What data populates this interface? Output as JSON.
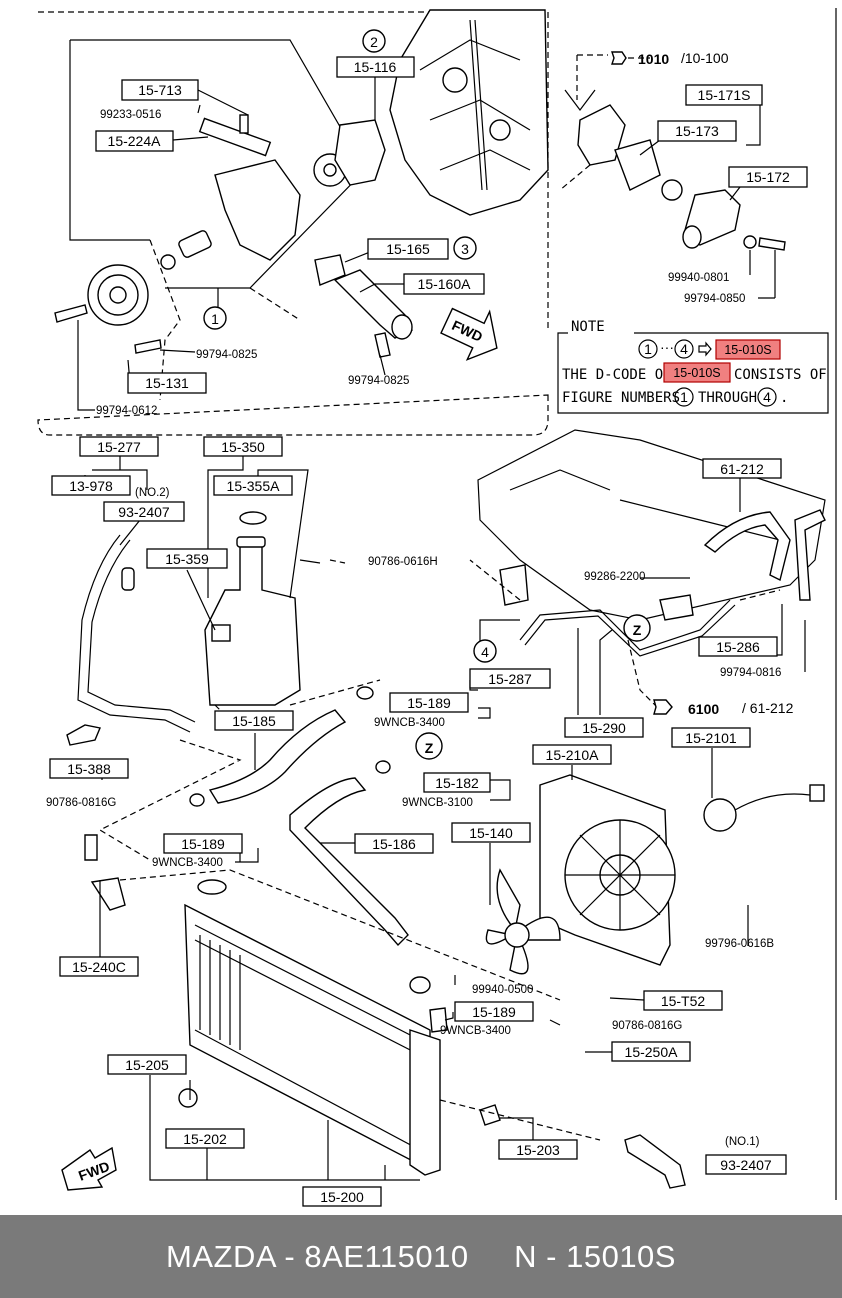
{
  "labels": {
    "l15713": "15-713",
    "l99233": "99233-0516",
    "l15224a": "15-224A",
    "l15116": "15-116",
    "l15165": "15-165",
    "l15160a": "15-160A",
    "l15131": "15-131",
    "l99794_0825a": "99794-0825",
    "l99794_0825b": "99794-0825",
    "l99794_0612": "99794-0612",
    "l1010": "1010",
    "l1010sub": "/10-100",
    "l15171s": "15-171S",
    "l15173": "15-173",
    "l15172": "15-172",
    "l99940_0801": "99940-0801",
    "l99794_0850": "99794-0850",
    "l15277": "15-277",
    "l13978": "13-978",
    "lno2": "(NO.2)",
    "l932407a": "93-2407",
    "l15350": "15-350",
    "l15355a": "15-355A",
    "l15359": "15-359",
    "l90786_0616h": "90786-0616H",
    "l61212": "61-212",
    "l99286": "99286-2200",
    "l15286": "15-286",
    "l99794_0816": "99794-0816",
    "l15287": "15-287",
    "l15189a": "15-189",
    "l9wncb3400a": "9WNCB-3400",
    "l6100": "6100",
    "l6100sub": "/ 61-212",
    "l15290": "15-290",
    "l15185": "15-185",
    "l15388": "15-388",
    "l15182": "15-182",
    "l9wncb3100": "9WNCB-3100",
    "l15210a": "15-210A",
    "l152101": "15-2101",
    "l90786_0816ga": "90786-0816G",
    "l15189b": "15-189",
    "l9wncb3400b": "9WNCB-3400",
    "l15186": "15-186",
    "l15140": "15-140",
    "l99796": "99796-0616B",
    "l15240c": "15-240C",
    "l99940_0500": "99940-0500",
    "l15t52": "15-T52",
    "l15189c": "15-189",
    "l9wncb3400c": "9WNCB-3400",
    "l90786_0816gb": "90786-0816G",
    "l15250a": "15-250A",
    "l15205": "15-205",
    "l15202": "15-202",
    "l15203": "15-203",
    "lno1": "(NO.1)",
    "l932407b": "93-2407",
    "l15200": "15-200",
    "fwd1": "FWD",
    "fwd2": "FWD",
    "c1": "1",
    "c2": "2",
    "c3": "3",
    "c4": "4",
    "cz1": "Z",
    "cz2": "Z"
  },
  "note": {
    "title": "NOTE",
    "range_from": "1",
    "range_dots": "···",
    "range_to": "4",
    "code": "15-010S",
    "line2_pre": "THE D-CODE OF",
    "line2_code": "15-010S",
    "line2_post": "CONSISTS OF",
    "line3_pre": "FIGURE NUMBERS",
    "line3_a": "1",
    "line3_mid": "THROUGH",
    "line3_b": "4",
    "line3_end": ".",
    "highlight_color": "#f08080"
  },
  "footer": {
    "text": "MAZDA - 8AE115010     N - 15010S"
  }
}
